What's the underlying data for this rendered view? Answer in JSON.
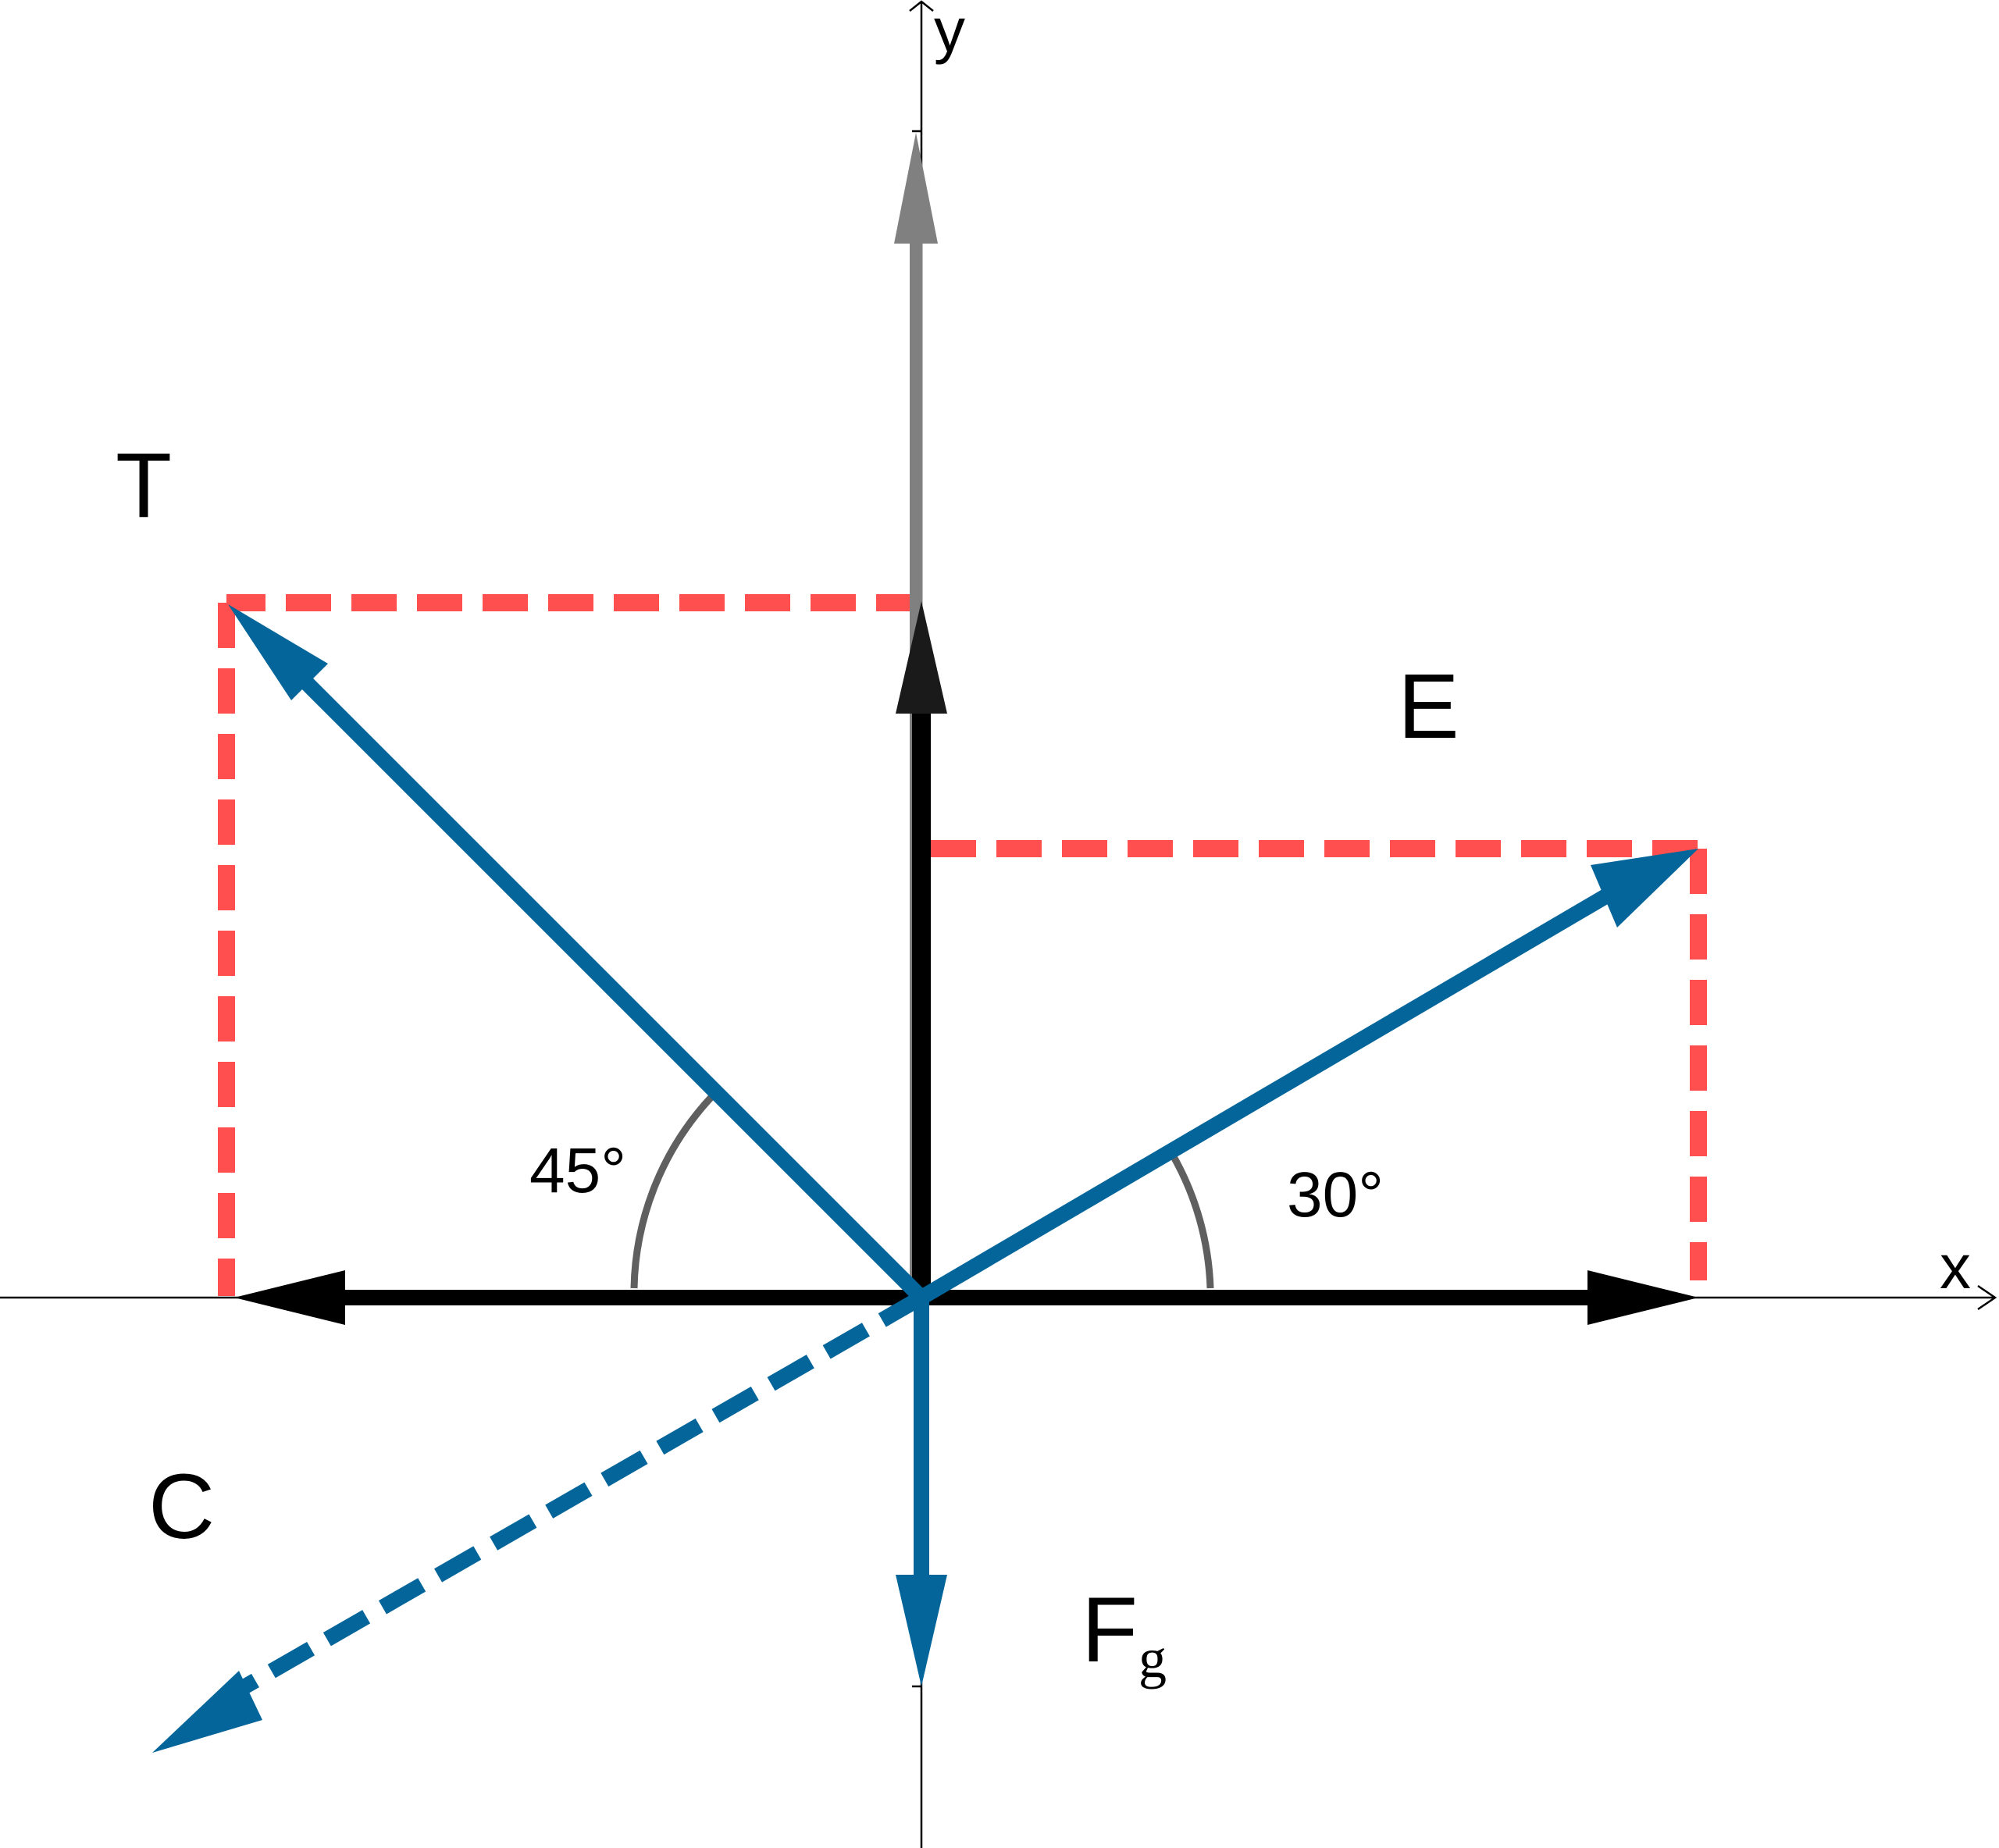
{
  "axes": {
    "x_label": "x",
    "y_label": "y"
  },
  "vectors": {
    "T": {
      "label": "T",
      "angle_deg": 135
    },
    "E": {
      "label": "E",
      "angle_deg": 30
    },
    "C": {
      "label": "C",
      "angle_deg": 210,
      "style": "dashed"
    },
    "Fg": {
      "label": "F",
      "subscript": "g",
      "angle_deg": 270
    }
  },
  "angle_labels": {
    "t_angle": "45°",
    "e_angle": "30°"
  },
  "colors": {
    "vector": "#03659a",
    "component": "#000000",
    "projection": "#ff4f4f",
    "resultant": "#808080",
    "arc": "#5f5f5f",
    "axis": "#000000"
  }
}
